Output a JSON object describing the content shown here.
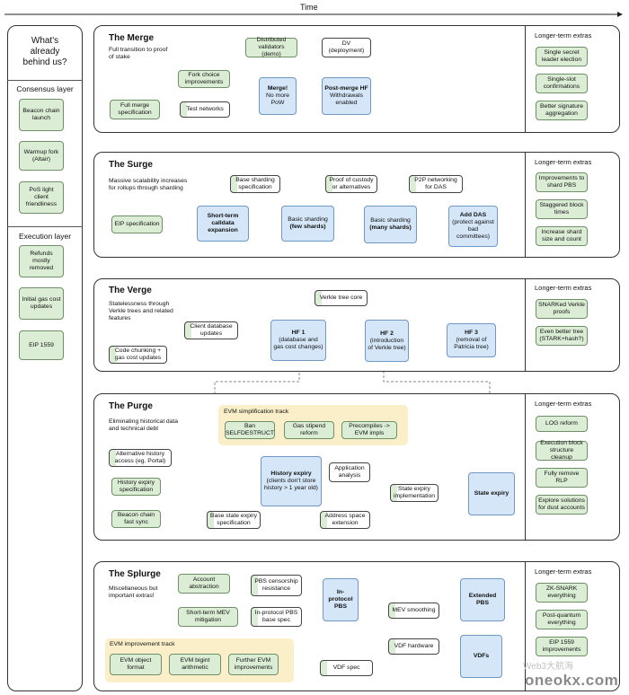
{
  "time_label": "Time",
  "sidebar": {
    "title_lines": [
      "What's",
      "already",
      "behind us?"
    ],
    "consensus_header": "Consensus layer",
    "consensus_items": [
      "Beacon chain launch",
      "Warmup fork (Altair)",
      "PoS light client friendliness"
    ],
    "execution_header": "Execution layer",
    "execution_items": [
      "Refunds mostly removed",
      "Initial gas cost updates",
      "EIP 1559"
    ]
  },
  "merge": {
    "title": "The Merge",
    "desc": "Full transition to proof of stake",
    "extras_title": "Longer-term extras",
    "nodes": {
      "dist": "Distributed validators (demo)",
      "dv": "DV (deployment)",
      "forkchoice": "Fork choice improvements",
      "fullspec": "Full merge specification",
      "testnets": "Test networks",
      "merge1": "Merge!",
      "merge2": "No more PoW",
      "postmerge1": "Post-merge HF",
      "postmerge2": "Withdrawals enabled"
    },
    "extras": [
      "Single secret leader election",
      "Single-slot confirmations",
      "Better signature aggregation"
    ]
  },
  "surge": {
    "title": "The Surge",
    "desc": "Massive scalability increases for rollups through sharding",
    "extras_title": "Longer-term extras",
    "nodes": {
      "basespec": "Base sharding specification",
      "custody": "Proof of custody or alternatives",
      "p2p": "P2P networking for DAS",
      "eip": "EIP specification",
      "st1": "Short-term calldata expansion",
      "bs1": "Basic sharding",
      "bs2": "(few shards)",
      "bm1": "Basic sharding",
      "bm2": "(many shards)",
      "das1": "Add DAS",
      "das2": "(protect against bad committees)"
    },
    "extras": [
      "Improvements to shard PBS",
      "Staggered block times",
      "Increase shard size and count"
    ]
  },
  "verge": {
    "title": "The Verge",
    "desc": "Statelessness through Verkle trees and related features",
    "extras_title": "Longer-term extras",
    "nodes": {
      "vcore": "Verkle tree core",
      "client": "Client database updates",
      "code": "Code chunking + gas cost updates",
      "hf1a": "HF 1",
      "hf1b": "(database and gas cost changes)",
      "hf2a": "HF 2",
      "hf2b": "(introduction of Verkle tree)",
      "hf3a": "HF 3",
      "hf3b": "(removal of Patricia tree)"
    },
    "extras": [
      "SNARKed Verkle proofs",
      "Even better tree (STARK+hash?)"
    ]
  },
  "purge": {
    "title": "The Purge",
    "desc": "Eliminating historical data and technical debt",
    "extras_title": "Longer-term extras",
    "track_label": "EVM simplification track",
    "track": [
      "Ban SELFDESTRUCT",
      "Gas stipend reform",
      "Precompiles -> EVM impls"
    ],
    "nodes": {
      "alt": "Alternative history access (eg. Portal)",
      "hexp": "History expiry specification",
      "beacon": "Beacon chain fast sync",
      "histexp1": "History expiry",
      "histexp2": "(clients don't store history > 1 year old)",
      "app": "Application analysis",
      "stimpl": "State expiry implementation",
      "basestate": "Base state expiry specification",
      "addr": "Address space extension",
      "stateexp": "State expiry"
    },
    "extras": [
      "LOG reform",
      "Execution block structure cleanup",
      "Fully remove RLP",
      "Explore solutions for dust accounts"
    ]
  },
  "splurge": {
    "title": "The Splurge",
    "desc": "Miscellaneous but important extras!",
    "extras_title": "Longer-term extras",
    "track_label": "EVM improvement track",
    "track": [
      "EVM object format",
      "EVM bigint arithmetic",
      "Further EVM improvements"
    ],
    "nodes": {
      "acct": "Account abstraction",
      "stmev": "Short-term MEV mitigation",
      "pbscens": "PBS censorship resistance",
      "pbsbase": "In-protocol PBS base spec",
      "inpbs": "In-protocol PBS",
      "mev": "MEV smoothing",
      "ext": "Extended PBS",
      "vdfhw": "VDF hardware",
      "vdfspec": "VDF spec",
      "vdfs": "VDFs"
    },
    "extras": [
      "ZK-SNARK everything",
      "Post-quantum everything",
      "EIP 1559 improvements"
    ]
  },
  "watermark": "oneokx.com",
  "watermark2": "Web3大航海"
}
